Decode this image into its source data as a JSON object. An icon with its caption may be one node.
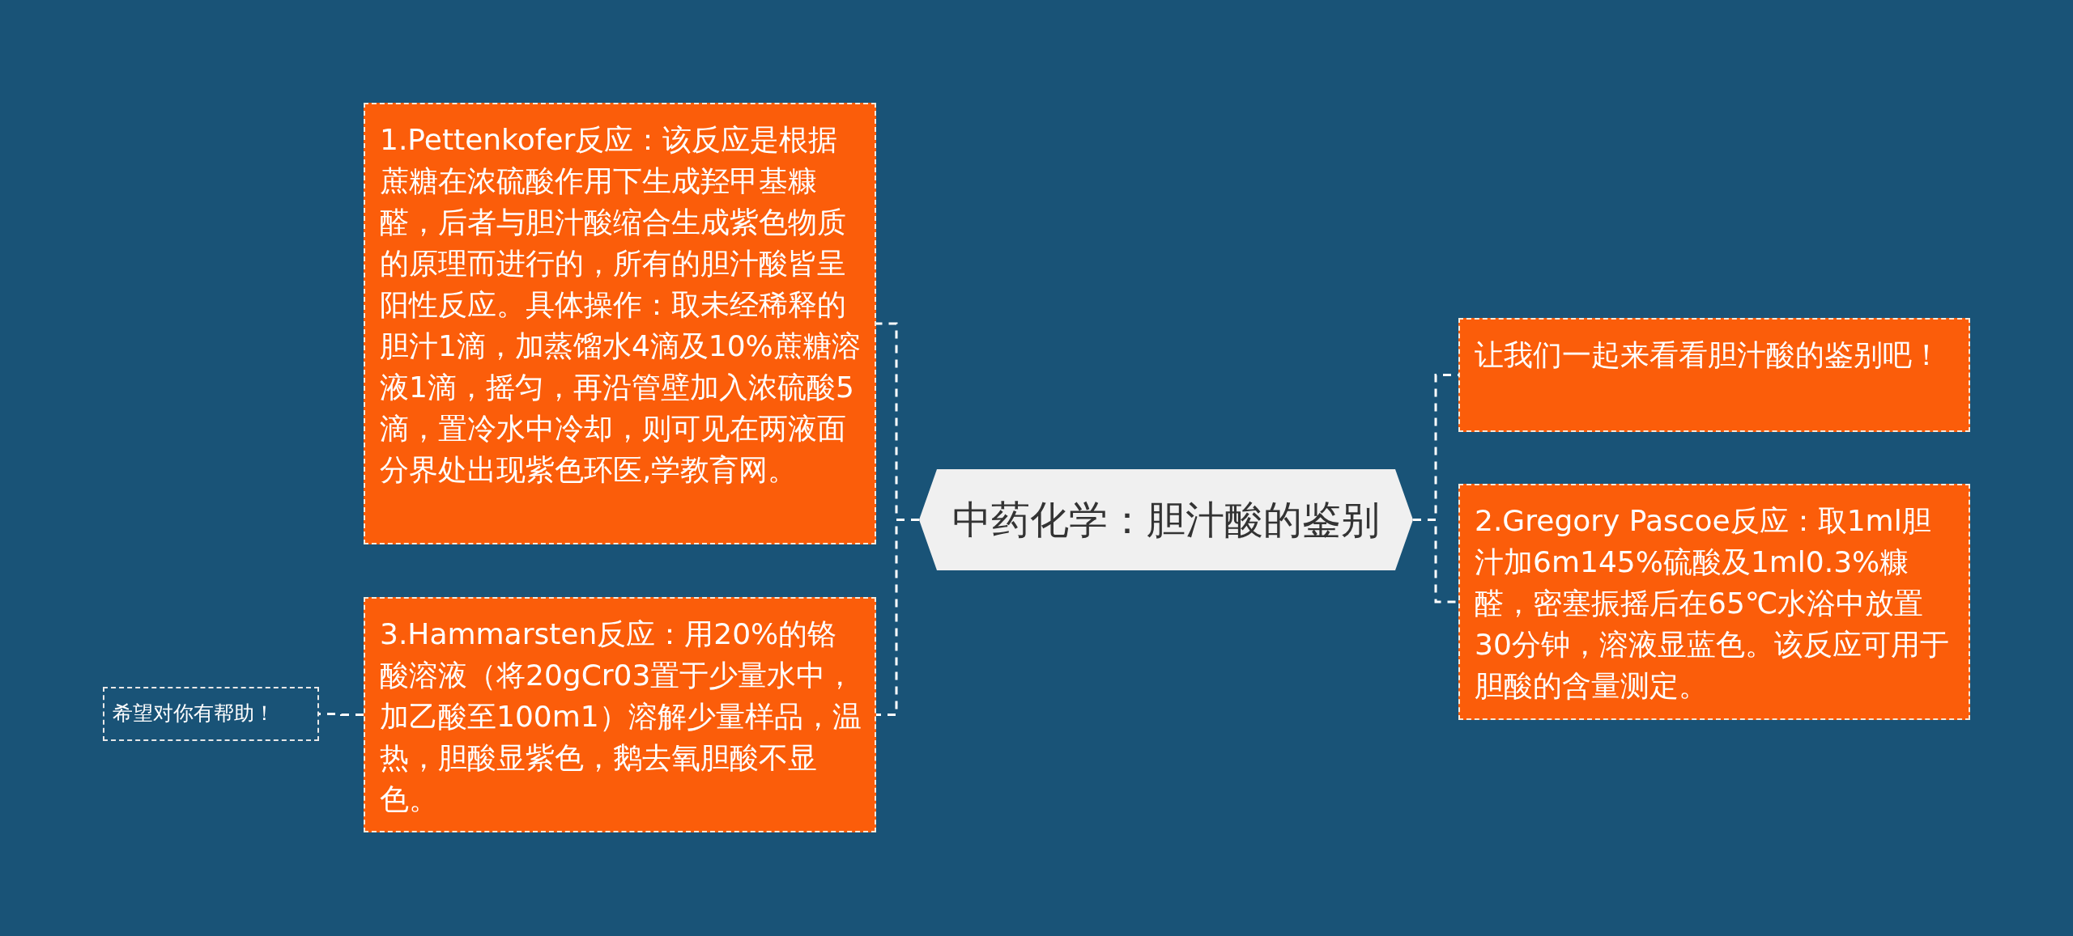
{
  "diagram": {
    "nodes": [
      {
        "text": [
          "中药化学：胆汁酸的鉴别"
        ]
      },
      {
        "text": [
          "1.Pettenkofer反应：该反应是根据蔗糖在浓硫酸作用下生成羟甲基糠醛，后者与胆汁酸缩合生成紫色物质的原理而进行的，所有的胆汁酸皆呈阳性反应。具体操作：取未经稀释的胆汁1滴，加蒸馏水4滴及10%蔗糖溶液1滴，摇匀，再沿管壁加入浓硫酸5滴，置冷水中冷却，则可见在两液面分界处出现紫色环医,学教育网。"
        ]
      },
      {
        "text": [
          "3.Hammarsten反应：用20%的铬酸溶液（将20gCr03置于少量水中，加乙酸至100m1）溶解少量样品，温热，胆酸显紫色，鹅去氧胆酸不显色。"
        ]
      },
      {
        "text": [
          "希望对你有帮助！"
        ]
      },
      {
        "text": [
          "让我们一起来看看胆汁酸的鉴别吧！"
        ]
      },
      {
        "text": [
          "2.Gregory Pascoe反应：取1ml胆汁加6m145%硫酸及1ml0.3%糠醛，密塞振摇后在65℃水浴中放置30分钟，溶液显蓝色。该反应可用于胆酸的含量测定。"
        ]
      }
    ],
    "edges": [
      {
        "from": 0,
        "to": 1,
        "arrow": "none"
      },
      {
        "from": 0,
        "to": 2,
        "arrow": "none"
      },
      {
        "from": 2,
        "to": 3,
        "arrow": "none"
      },
      {
        "from": 0,
        "to": 4,
        "arrow": "none"
      },
      {
        "from": 0,
        "to": 5,
        "arrow": "none"
      }
    ]
  }
}
